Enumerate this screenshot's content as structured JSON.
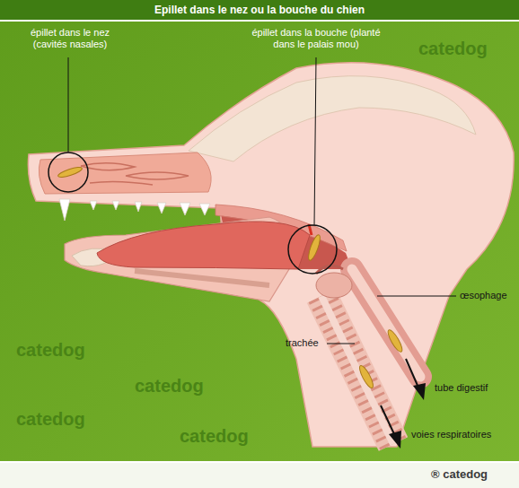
{
  "diagram": {
    "title": "Epillet dans le nez ou la bouche du chien",
    "labels": [
      "épillet dans le nez (cavités nasales)",
      "épillet dans la bouche (planté dans le palais mou)",
      "œsophage",
      "trachée",
      "tube digestif",
      "voies respiratoires",
      "catedog",
      "catedog",
      "catedog",
      "catedog",
      "catedog",
      "® catedog"
    ]
  }
}
